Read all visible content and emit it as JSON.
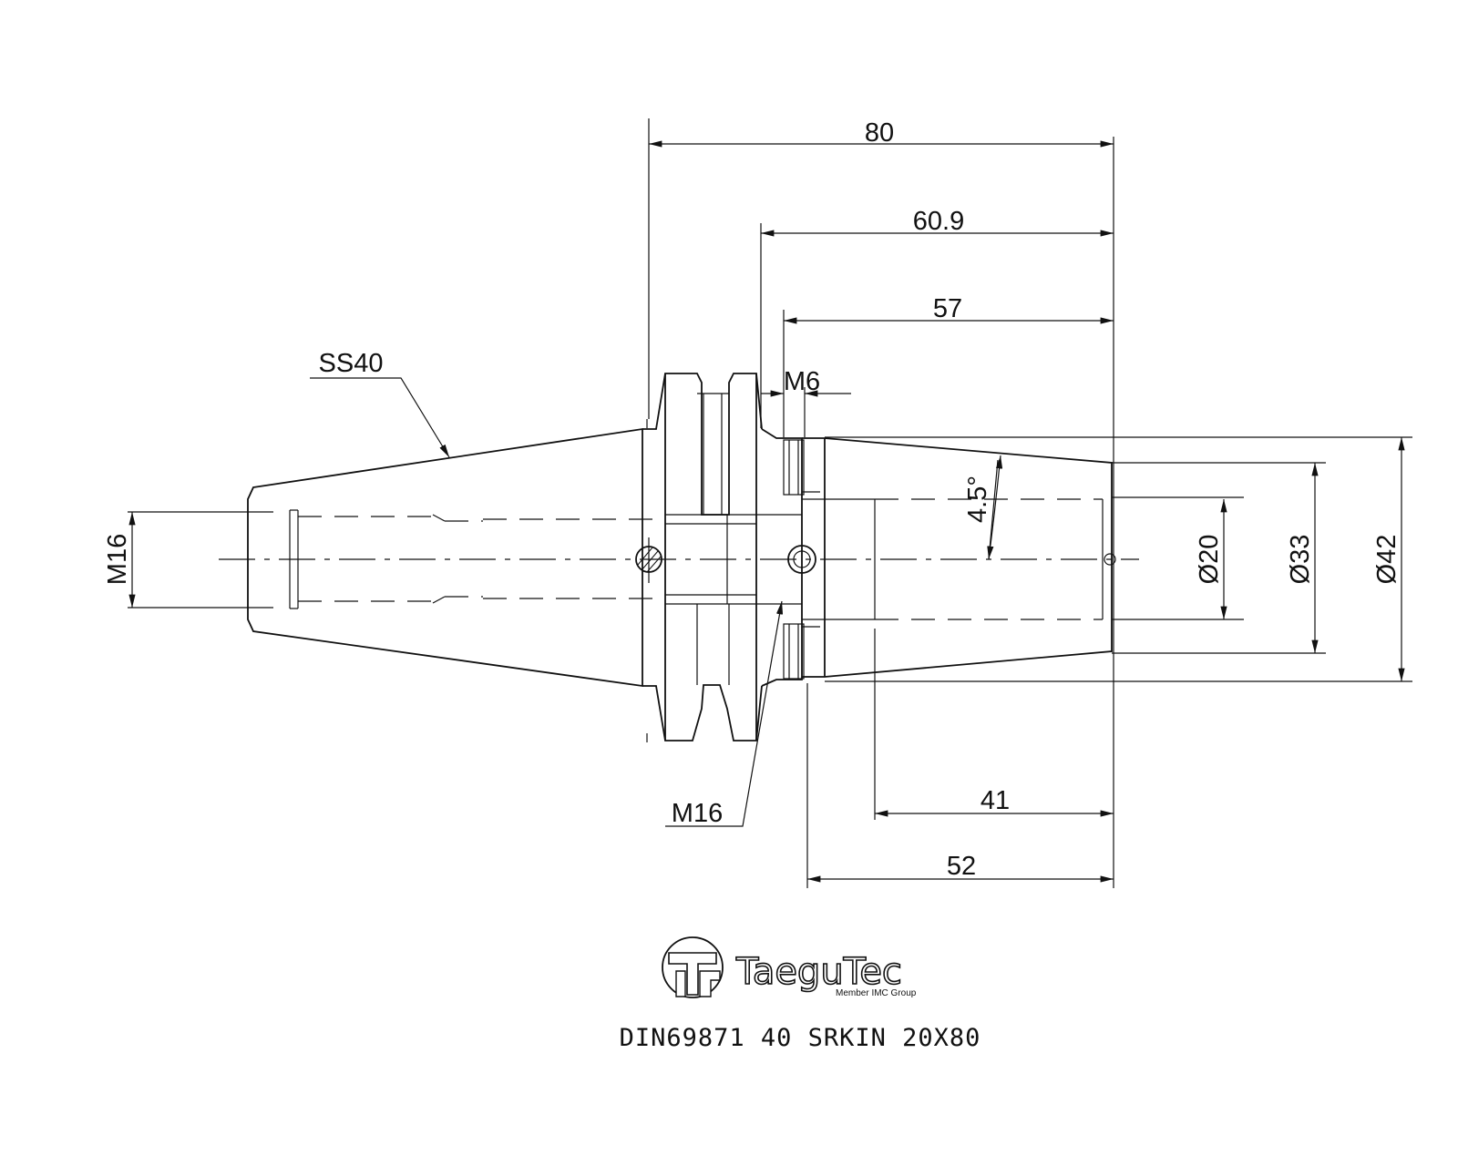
{
  "dimensions": {
    "overall_length": "80",
    "length_60_9": "60.9",
    "length_57": "57",
    "length_41": "41",
    "length_52": "52",
    "taper_angle": "4.5°",
    "dia_20": "Ø20",
    "dia_33": "Ø33",
    "dia_42": "Ø42"
  },
  "labels": {
    "shank": "SS40",
    "thread_left": "M16",
    "thread_bottom": "M16",
    "screw": "M6"
  },
  "logo": {
    "brand": "TaeguTec",
    "tagline": "Member IMC Group"
  },
  "part_number": "DIN69871 40 SRKIN 20X80",
  "colors": {
    "line": "#111111",
    "background": "#ffffff"
  }
}
